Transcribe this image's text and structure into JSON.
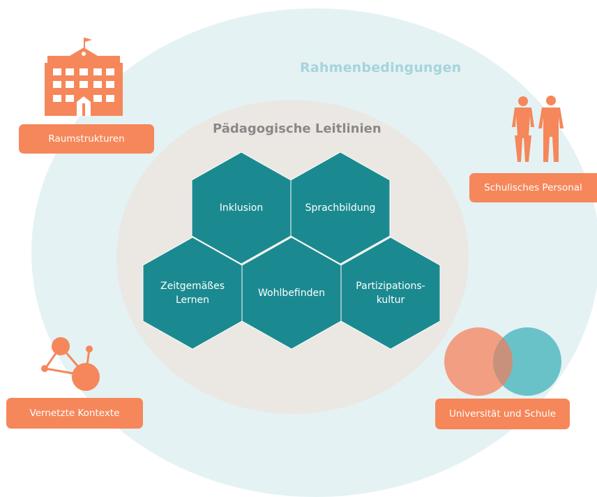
{
  "frame_title": "Rahmenbedingungen",
  "core_title": "Pädagogische Leitlinien",
  "principles": {
    "inklusion": "Inklusion",
    "sprachbildung": "Sprachbildung",
    "zeitgemaesses_lernen_line1": "Zeitgemäßes",
    "zeitgemaesses_lernen_line2": "Lernen",
    "wohlbefinden": "Wohlbefinden",
    "partizipation_line1": "Partizipations-",
    "partizipation_line2": "kultur"
  },
  "conditions": {
    "raumstrukturen": "Raumstrukturen",
    "personal": "Schulisches Personal",
    "kontexte": "Vernetzte Kontexte",
    "uni_schule": "Universität und Schule"
  },
  "icons": {
    "building": "school-building-icon",
    "people": "people-icon",
    "network": "network-icon",
    "venn": "venn-diagram-icon"
  },
  "colors": {
    "accent_orange": "#f5875a",
    "teal": "#1b8a90",
    "outer_circle": "#e4f2f4",
    "inner_circle": "#ebe7e3",
    "venn_teal": "#5cbdc4",
    "venn_orange": "#f29e82"
  }
}
